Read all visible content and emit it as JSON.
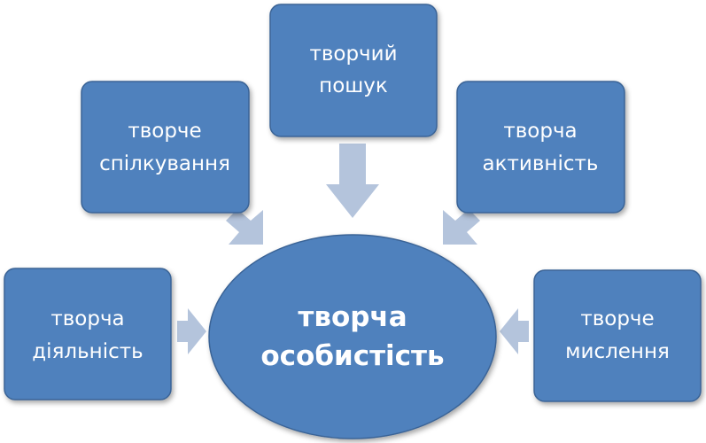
{
  "diagram": {
    "center": {
      "line1": "творча",
      "line2": "особистість"
    },
    "nodes": {
      "search": {
        "line1": "творчий",
        "line2": "пошук"
      },
      "communication": {
        "line1": "творче",
        "line2": "спілкування"
      },
      "activeness": {
        "line1": "творча",
        "line2": "активність"
      },
      "activity": {
        "line1": "творча",
        "line2": "діяльність"
      },
      "thinking": {
        "line1": "творче",
        "line2": "мислення"
      }
    }
  },
  "colors": {
    "box_fill": "#4f81bd",
    "box_stroke": "#3a6496",
    "arrow_fill": "#b4c4dc",
    "text": "#ffffff"
  }
}
